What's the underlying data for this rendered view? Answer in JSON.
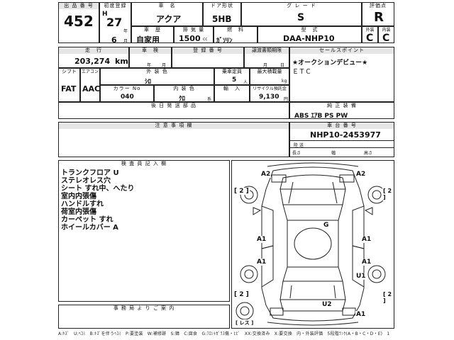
{
  "lot": {
    "label": "出 品 番 号",
    "value": "452"
  },
  "first_reg": {
    "label": "初度登録",
    "era": "H",
    "year": "27",
    "year_unit": "年",
    "month": "6",
    "month_unit": "月"
  },
  "model_name": {
    "label": "車　名",
    "value": "アクア"
  },
  "doors": {
    "label": "ドア形状",
    "value": "5HB"
  },
  "grade": {
    "label": "グ レ ー ド",
    "value": "S"
  },
  "score": {
    "label": "評価点",
    "value": "R"
  },
  "exterior_score": {
    "label": "外装",
    "value": "C"
  },
  "interior_score": {
    "label": "内装",
    "value": "C"
  },
  "vehicle_type": {
    "label": "車　歴",
    "value": "自家用"
  },
  "displacement": {
    "label": "排 気 量",
    "value": "1500",
    "unit": "cc"
  },
  "fuel": {
    "label": "燃　料",
    "value": "ｶﾞｿﾘﾝ"
  },
  "model_code": {
    "label": "型　式",
    "value": "DAA-NHP10"
  },
  "mileage": {
    "label": "走　行",
    "value": "203,274",
    "unit": "km"
  },
  "inspection": {
    "label": "車　検",
    "year_unit": "年",
    "month_unit": "月"
  },
  "reg_number": {
    "label": "登 録 番 号"
  },
  "transfer_deadline": {
    "label": "譲渡書類期限",
    "month_unit": "月",
    "day_unit": "日"
  },
  "sales_point": {
    "label": "セールスポイント",
    "lines": [
      "★オークションデビュー★",
      "ＥＴＣ"
    ]
  },
  "shift": {
    "label": "シフト",
    "value": "FAT"
  },
  "aircon": {
    "label": "エアコン",
    "value": "AAC"
  },
  "ext_color": {
    "label": "外 装 色",
    "value": "ｼﾛ"
  },
  "capacity": {
    "label": "乗車定員",
    "value": "5",
    "unit": "人"
  },
  "max_load": {
    "label": "最大積載量",
    "unit": "kg"
  },
  "color_no": {
    "label": "カラー No",
    "value": "040"
  },
  "int_color": {
    "label": "内 装 色",
    "value": "ｸﾛ",
    "unit": "系"
  },
  "import": {
    "label": "輸　入"
  },
  "recycle": {
    "label": "リサイクル預託金",
    "value": "9,130",
    "unit": "円"
  },
  "equipment": {
    "label": "純 正 装 備",
    "value": "ABS ｴｱB PS PW"
  },
  "aftermarket": {
    "label": "後 日 発 送 部 品"
  },
  "notes": {
    "label": "注 意 事 項 欄"
  },
  "chassis": {
    "label": "車 台 番 号",
    "value": "NHP10-2453977",
    "measure_label": "陸 送",
    "length": "長さ",
    "width": "幅",
    "height": "高さ"
  },
  "inspector": {
    "label": "検 査 員 記 入 欄",
    "lines": [
      "トランクフロア U",
      "ステレオレス穴",
      "シート すれ中、へたり",
      "室内内張傷",
      "ハンドルすれ",
      "荷室内張傷",
      "カーペット すれ",
      "ホイールカバー A"
    ]
  },
  "office_note": {
    "label": "事 務 局 よ り ご 案 内"
  },
  "diagram_marks": [
    "A2",
    "A2",
    "[ 2 ]",
    "[ 2 ]",
    "G",
    "A1",
    "A1",
    "A1",
    "A1",
    "U1",
    "[ 2 ]",
    "[ 2 ]",
    "U2",
    "A1",
    "[ レス ]"
  ],
  "legend": "A:ｷｽﾞ　U:ﾍｺﾐ　B:ｷｽﾞを伴うﾍｺﾐ　P:要塗装　W:補修跡　S:錆　C:腐食　G:ﾌﾛﾝﾄｶﾞﾗｽ傷・ﾋﾋﾞ　XX:交換済み　X:要交換　内・外装評価　5段階ﾗﾝｸ(A・B・C・D・E)　1"
}
